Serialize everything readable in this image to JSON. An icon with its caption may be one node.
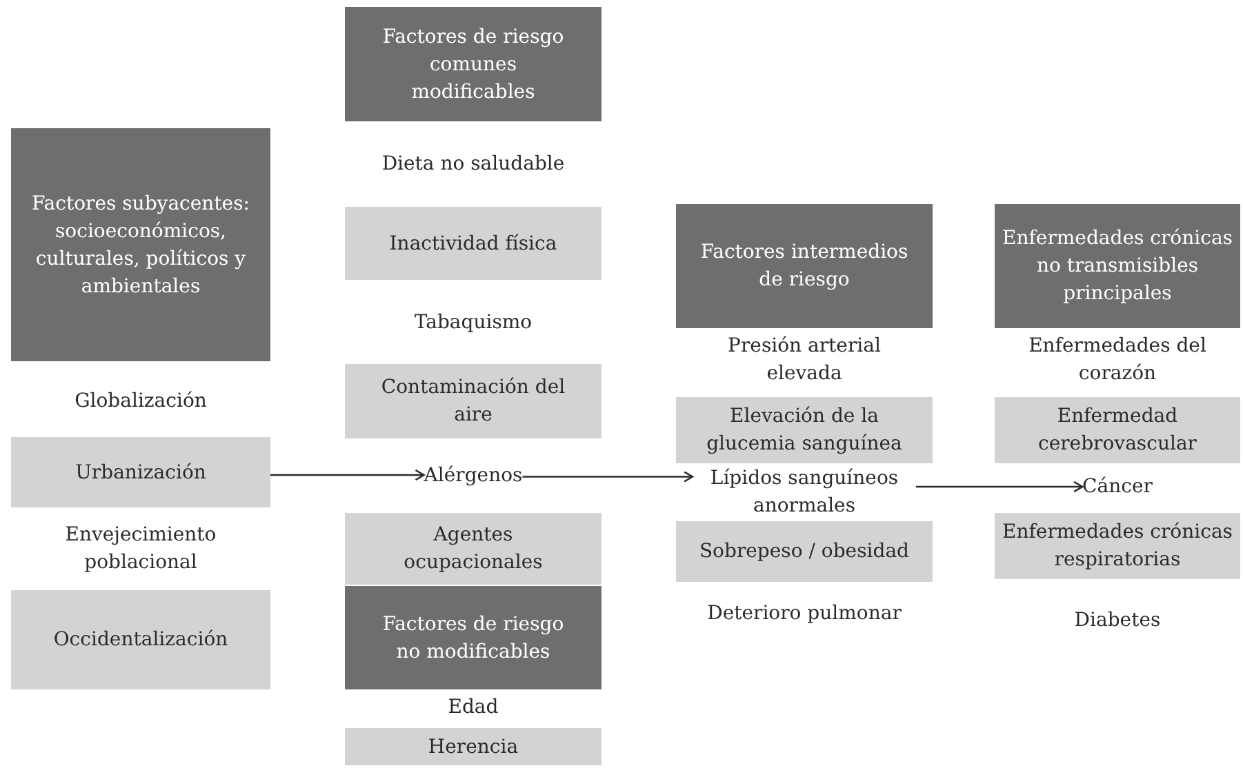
{
  "diagram": {
    "nodes": [
      {
        "text": [
          "Factores subyacentes: socioeconómicos, culturales, políticos y ambientales"
        ]
      },
      {
        "text": [
          "Globalización"
        ]
      },
      {
        "text": [
          "Urbanización"
        ]
      },
      {
        "text": [
          "Envejecimiento poblacional"
        ]
      },
      {
        "text": [
          "Occidentalización"
        ]
      },
      {
        "text": [
          "Factores de riesgo comunes modificables"
        ]
      },
      {
        "text": [
          "Dieta no saludable"
        ]
      },
      {
        "text": [
          "Inactividad física"
        ]
      },
      {
        "text": [
          "Tabaquismo"
        ]
      },
      {
        "text": [
          "Contaminación del aire"
        ]
      },
      {
        "text": [
          "Alérgenos"
        ]
      },
      {
        "text": [
          "Agentes ocupacionales"
        ]
      },
      {
        "text": [
          "Factores de riesgo no modificables"
        ]
      },
      {
        "text": [
          "Edad"
        ]
      },
      {
        "text": [
          "Herencia"
        ]
      },
      {
        "text": [
          "Factores intermedios de riesgo"
        ]
      },
      {
        "text": [
          "Presión arterial elevada"
        ]
      },
      {
        "text": [
          "Elevación de la glucemia sanguínea"
        ]
      },
      {
        "text": [
          "Lípidos sanguíneos anormales"
        ]
      },
      {
        "text": [
          "Sobrepeso / obesidad"
        ]
      },
      {
        "text": [
          "Deterioro pulmonar"
        ]
      },
      {
        "text": [
          "Enfermedades crónicas no transmisibles principales"
        ]
      },
      {
        "text": [
          "Enfermedades del corazón"
        ]
      },
      {
        "text": [
          "Enfermedad cerebrovascular"
        ]
      },
      {
        "text": [
          "Cáncer"
        ]
      },
      {
        "text": [
          "Enfermedades crónicas respiratorias"
        ]
      },
      {
        "text": [
          "Diabetes"
        ]
      }
    ],
    "edges": [
      {
        "from": 2,
        "to": 10,
        "arrow": "to"
      },
      {
        "from": 10,
        "to": 18,
        "arrow": "to"
      },
      {
        "from": 18,
        "to": 24,
        "arrow": "to"
      }
    ]
  }
}
